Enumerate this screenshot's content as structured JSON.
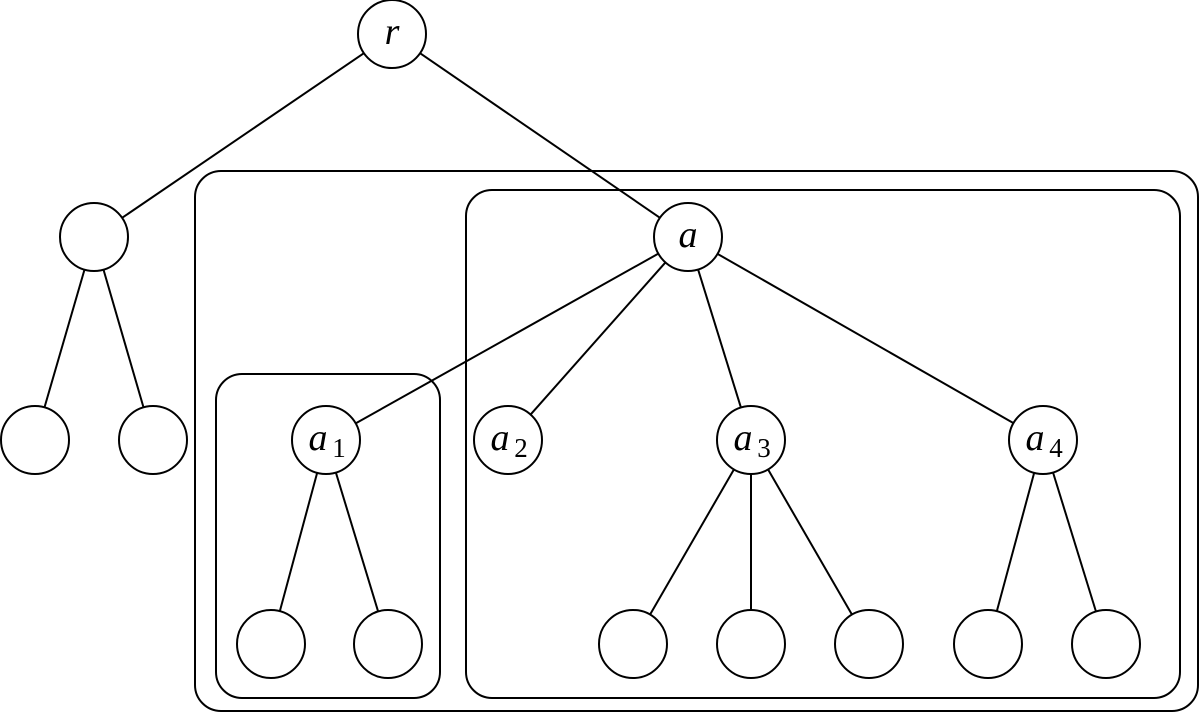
{
  "diagram": {
    "nodes": [
      {
        "id": "r",
        "label": "r",
        "sub": ""
      },
      {
        "id": "left-child",
        "label": "",
        "sub": ""
      },
      {
        "id": "left-leaf-1",
        "label": "",
        "sub": ""
      },
      {
        "id": "left-leaf-2",
        "label": "",
        "sub": ""
      },
      {
        "id": "a",
        "label": "a",
        "sub": ""
      },
      {
        "id": "a1",
        "label": "a",
        "sub": "1"
      },
      {
        "id": "a2",
        "label": "a",
        "sub": "2"
      },
      {
        "id": "a3",
        "label": "a",
        "sub": "3"
      },
      {
        "id": "a4",
        "label": "a",
        "sub": "4"
      },
      {
        "id": "a1-leaf-1",
        "label": "",
        "sub": ""
      },
      {
        "id": "a1-leaf-2",
        "label": "",
        "sub": ""
      },
      {
        "id": "a3-leaf-1",
        "label": "",
        "sub": ""
      },
      {
        "id": "a3-leaf-2",
        "label": "",
        "sub": ""
      },
      {
        "id": "a3-leaf-3",
        "label": "",
        "sub": ""
      },
      {
        "id": "a4-leaf-1",
        "label": "",
        "sub": ""
      },
      {
        "id": "a4-leaf-2",
        "label": "",
        "sub": ""
      }
    ],
    "edges": [
      [
        "r",
        "left-child"
      ],
      [
        "r",
        "a"
      ],
      [
        "left-child",
        "left-leaf-1"
      ],
      [
        "left-child",
        "left-leaf-2"
      ],
      [
        "a",
        "a1"
      ],
      [
        "a",
        "a2"
      ],
      [
        "a",
        "a3"
      ],
      [
        "a",
        "a4"
      ],
      [
        "a1",
        "a1-leaf-1"
      ],
      [
        "a1",
        "a1-leaf-2"
      ],
      [
        "a3",
        "a3-leaf-1"
      ],
      [
        "a3",
        "a3-leaf-2"
      ],
      [
        "a3",
        "a3-leaf-3"
      ],
      [
        "a4",
        "a4-leaf-1"
      ],
      [
        "a4",
        "a4-leaf-2"
      ]
    ],
    "groups": [
      {
        "id": "outer-group",
        "contains": [
          "a",
          "a1",
          "a2",
          "a3",
          "a4"
        ]
      },
      {
        "id": "a-subtree-group",
        "contains": [
          "a",
          "a2",
          "a3",
          "a4"
        ]
      },
      {
        "id": "a1-subtree-group",
        "contains": [
          "a1"
        ]
      }
    ]
  }
}
